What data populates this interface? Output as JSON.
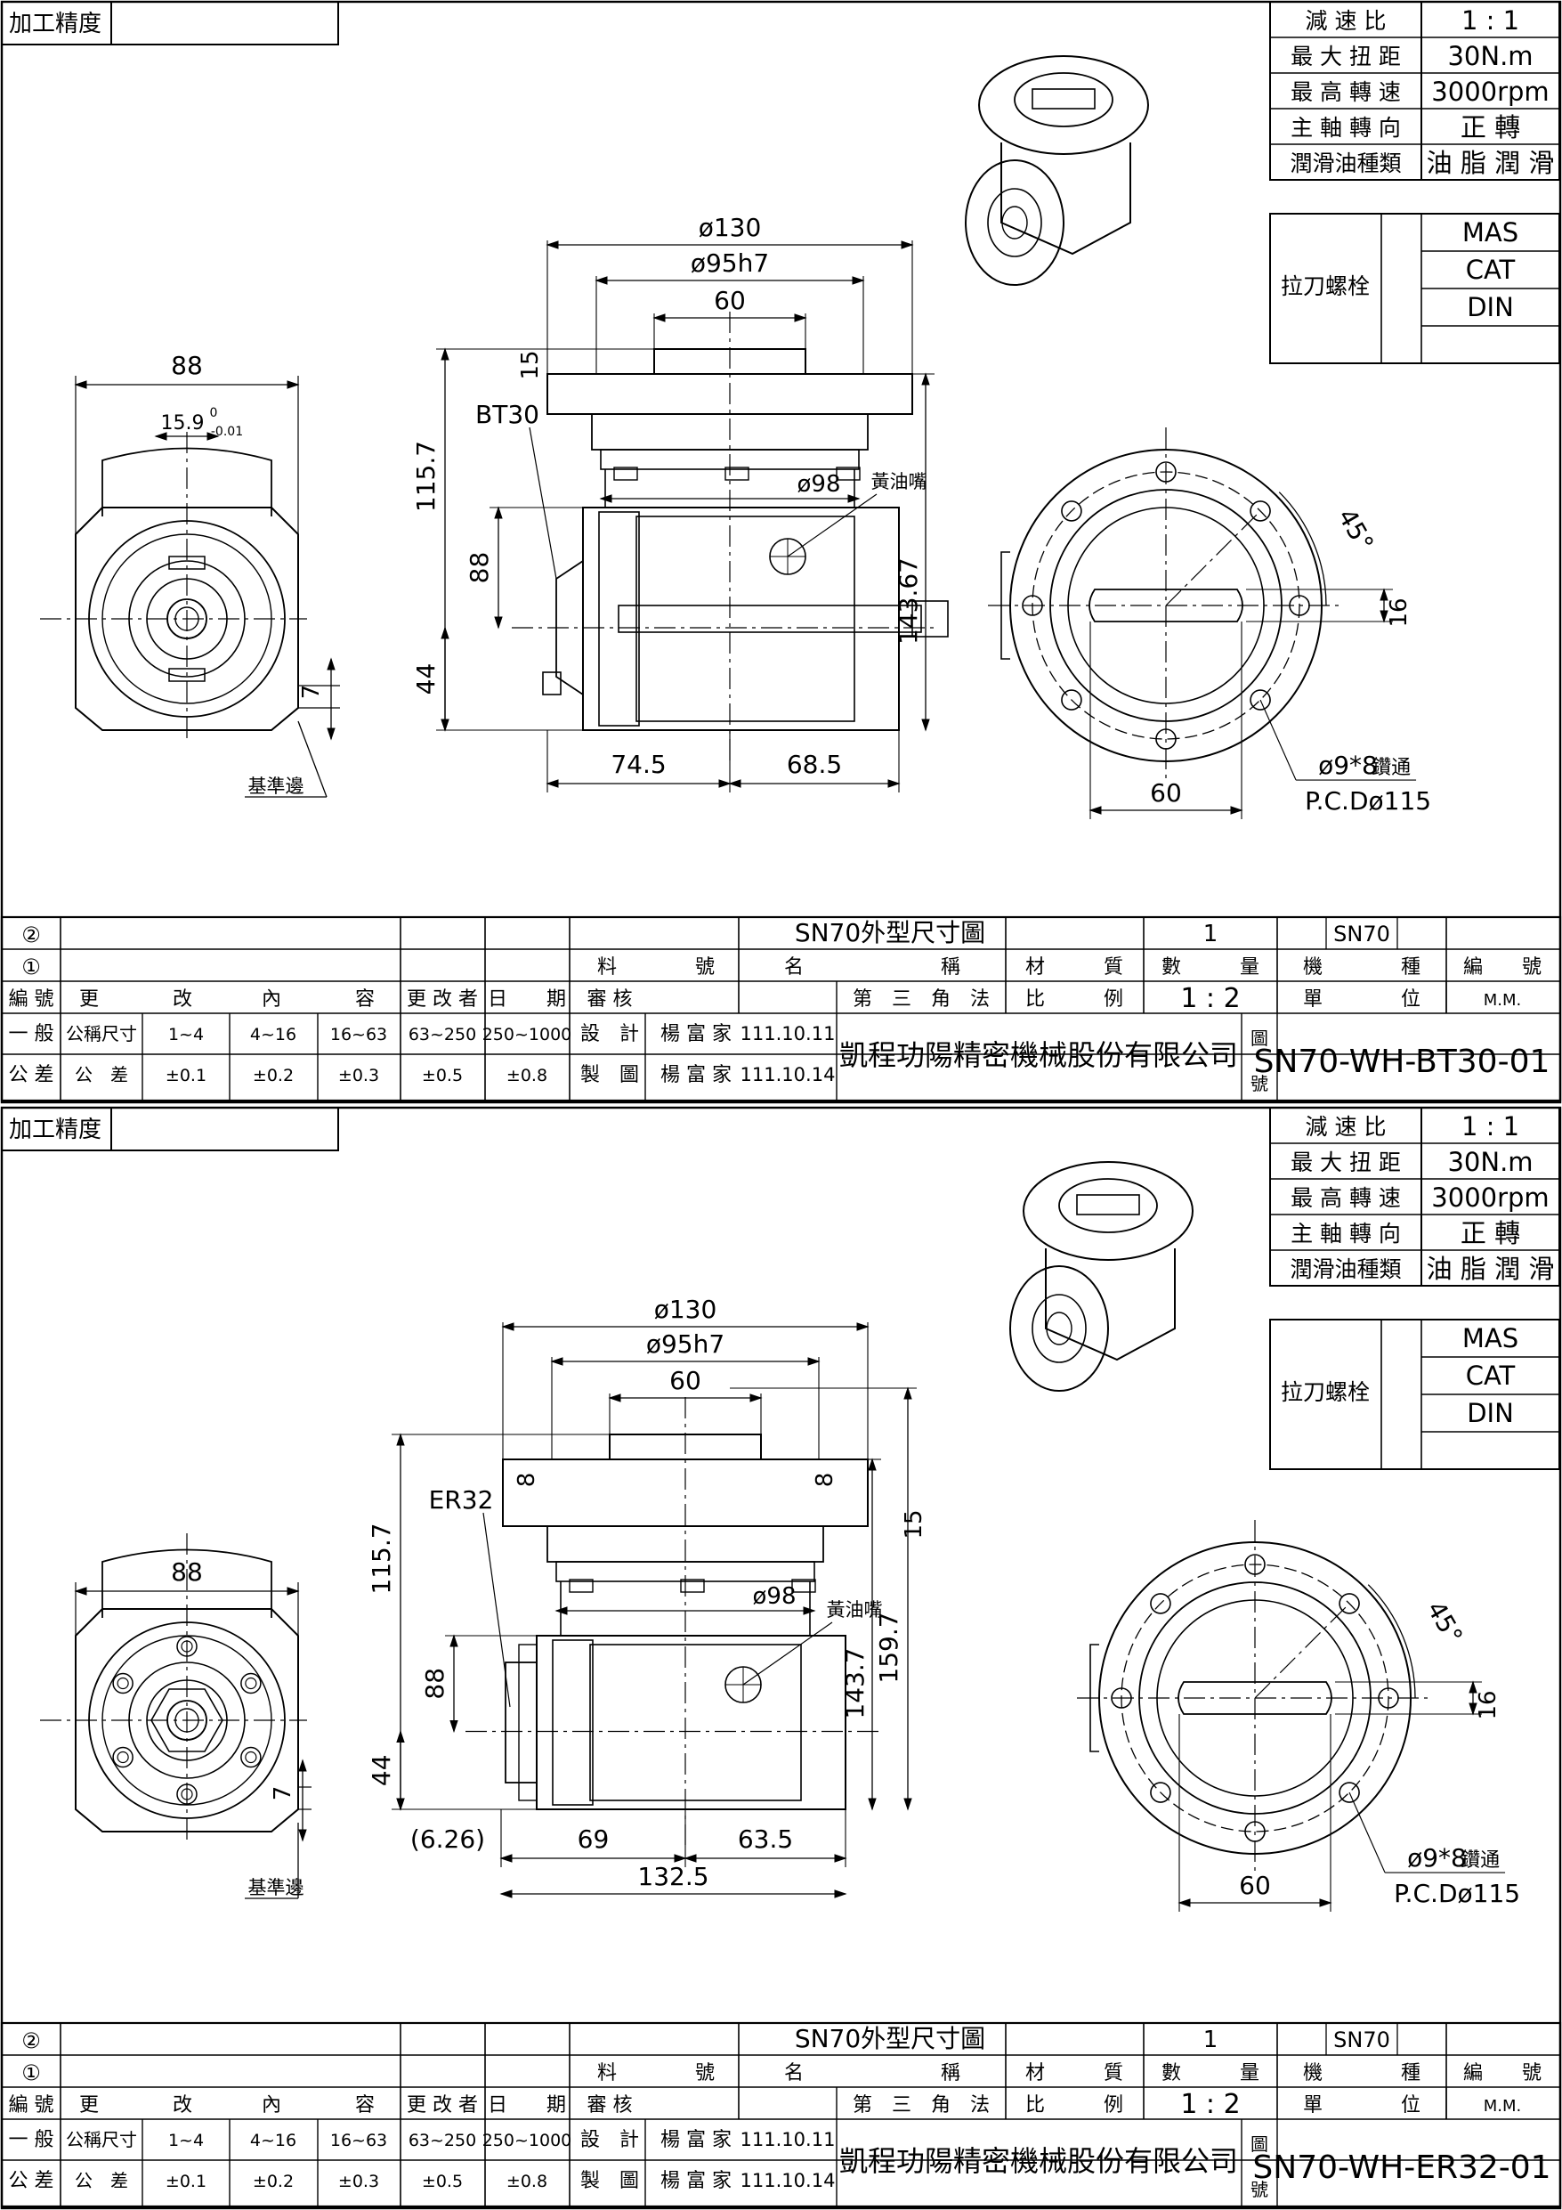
{
  "sheets": [
    {
      "precision_label": "加工精度",
      "specs": [
        {
          "label": "減 速 比",
          "value": "1 : 1"
        },
        {
          "label": "最 大 扭 距",
          "value": "30N.m"
        },
        {
          "label": "最 高 轉 速",
          "value": "3000rpm"
        },
        {
          "label": "主 軸 轉 向",
          "value": "正 轉"
        },
        {
          "label": "潤滑油種類",
          "value": "油 脂 潤 滑"
        }
      ],
      "pull_stud": {
        "label": "拉刀螺栓",
        "options": [
          "MAS",
          "CAT",
          "DIN",
          ""
        ]
      },
      "dims": {
        "front_width": "88",
        "keyway": "15.9",
        "keyway_tol_upper": "0",
        "keyway_tol_lower": "-0.01",
        "ref_height": "7",
        "ref_edge": "基準邊",
        "d130": "ø130",
        "d95": "ø95h7",
        "w60": "60",
        "h15": "15",
        "h115": "115.7",
        "holder": "BT30",
        "d98": "ø98",
        "grease": "黃油嘴",
        "h143": "143.67",
        "h88": "88",
        "h44": "44",
        "l1": "74.5",
        "l2": "68.5",
        "angle": "45°",
        "key16": "16",
        "holes": "ø9*8",
        "holes_note": "鑽通",
        "pcd": "P.C.Dø115",
        "w60b": "60"
      },
      "title": {
        "rev2": "②",
        "rev1": "①",
        "drawing_name": "SN70外型尺寸圖",
        "qty": "1",
        "model": "SN70",
        "hdr_material_no": "料　　　　號",
        "hdr_name": "名　　　　　　　稱",
        "hdr_material": "材　　　質",
        "hdr_qty": "數　　　量",
        "hdr_machine": "機　　　　種",
        "hdr_no": "編　　號",
        "row_edit": [
          "編 號",
          "更",
          "改",
          "內",
          "容",
          "更 改 者",
          "日　　期",
          "審 核"
        ],
        "third_angle": "第　三　角　法",
        "scale_label": "比　　　例",
        "scale": "1 : 2",
        "unit_label": "單　　　　位",
        "unit": "M.M.",
        "tol_general": "一 般",
        "tol_public": "公 差",
        "nominal": "公稱尺寸",
        "public2": "公　差",
        "ranges": [
          "1~4",
          "4~16",
          "16~63",
          "63~250",
          "250~1000"
        ],
        "tols": [
          "±0.1",
          "±0.2",
          "±0.3",
          "±0.5",
          "±0.8"
        ],
        "design": "設　計",
        "draw": "製　圖",
        "designer": "楊 富 家",
        "drafter": "楊 富 家",
        "date1": "111.10.11",
        "date2": "111.10.14",
        "company": "凱程功陽精密機械股份有限公司",
        "fig": "圖",
        "fig_no": "號",
        "drawing_no": "SN70-WH-BT30-01"
      }
    },
    {
      "precision_label": "加工精度",
      "specs": [
        {
          "label": "減 速 比",
          "value": "1 : 1"
        },
        {
          "label": "最 大 扭 距",
          "value": "30N.m"
        },
        {
          "label": "最 高 轉 速",
          "value": "3000rpm"
        },
        {
          "label": "主 軸 轉 向",
          "value": "正 轉"
        },
        {
          "label": "潤滑油種類",
          "value": "油 脂 潤 滑"
        }
      ],
      "pull_stud": {
        "label": "拉刀螺栓",
        "options": [
          "MAS",
          "CAT",
          "DIN",
          ""
        ]
      },
      "dims": {
        "front_width": "88",
        "ref_height": "7",
        "ref_edge": "基準邊",
        "d130": "ø130",
        "d95": "ø95h7",
        "w60": "60",
        "h8a": "8",
        "h8b": "8",
        "h15": "15",
        "h115": "115.7",
        "holder": "ER32",
        "d98": "ø98",
        "grease": "黃油嘴",
        "h143": "143.7",
        "h159": "159.7",
        "h88": "88",
        "h44": "44",
        "l0": "(6.26)",
        "l1": "69",
        "l2": "63.5",
        "ltot": "132.5",
        "angle": "45°",
        "key16": "16",
        "holes": "ø9*8",
        "holes_note": "鑽通",
        "pcd": "P.C.Dø115",
        "w60b": "60"
      },
      "title": {
        "rev2": "②",
        "rev1": "①",
        "drawing_name": "SN70外型尺寸圖",
        "qty": "1",
        "model": "SN70",
        "hdr_material_no": "料　　　　號",
        "hdr_name": "名　　　　　　　稱",
        "hdr_material": "材　　　質",
        "hdr_qty": "數　　　量",
        "hdr_machine": "機　　　　種",
        "hdr_no": "編　　號",
        "row_edit": [
          "編 號",
          "更",
          "改",
          "內",
          "容",
          "更 改 者",
          "日　　期",
          "審 核"
        ],
        "third_angle": "第　三　角　法",
        "scale_label": "比　　　例",
        "scale": "1 : 2",
        "unit_label": "單　　　　位",
        "unit": "M.M.",
        "tol_general": "一 般",
        "tol_public": "公 差",
        "nominal": "公稱尺寸",
        "public2": "公　差",
        "ranges": [
          "1~4",
          "4~16",
          "16~63",
          "63~250",
          "250~1000"
        ],
        "tols": [
          "±0.1",
          "±0.2",
          "±0.3",
          "±0.5",
          "±0.8"
        ],
        "design": "設　計",
        "draw": "製　圖",
        "designer": "楊 富 家",
        "drafter": "楊 富 家",
        "date1": "111.10.11",
        "date2": "111.10.14",
        "company": "凱程功陽精密機械股份有限公司",
        "fig": "圖",
        "fig_no": "號",
        "drawing_no": "SN70-WH-ER32-01"
      }
    }
  ]
}
